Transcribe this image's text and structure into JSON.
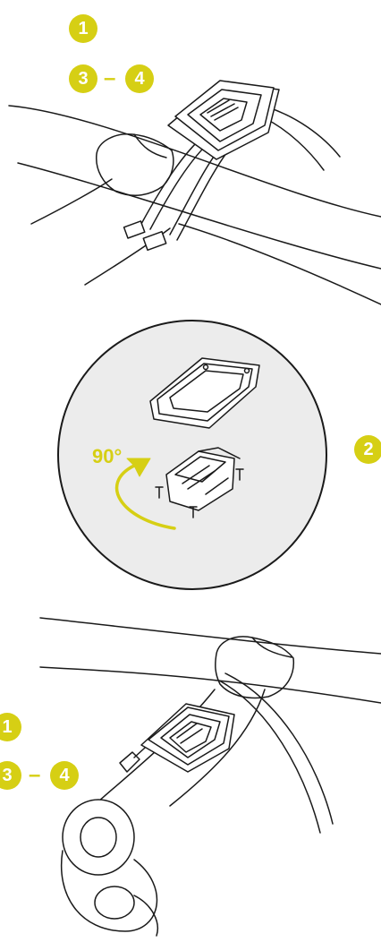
{
  "colors": {
    "accent": "#d6cf14",
    "line": "#1a1a1a",
    "circle_fill": "#ececec",
    "white": "#ffffff"
  },
  "steps": {
    "top_step_1": "1",
    "top_step_3": "3",
    "top_dash": "–",
    "top_step_4": "4",
    "middle_step_2": "2",
    "bottom_step_1": "1",
    "bottom_step_3": "3",
    "bottom_dash": "–",
    "bottom_step_4": "4"
  },
  "rotation_label": "90°"
}
